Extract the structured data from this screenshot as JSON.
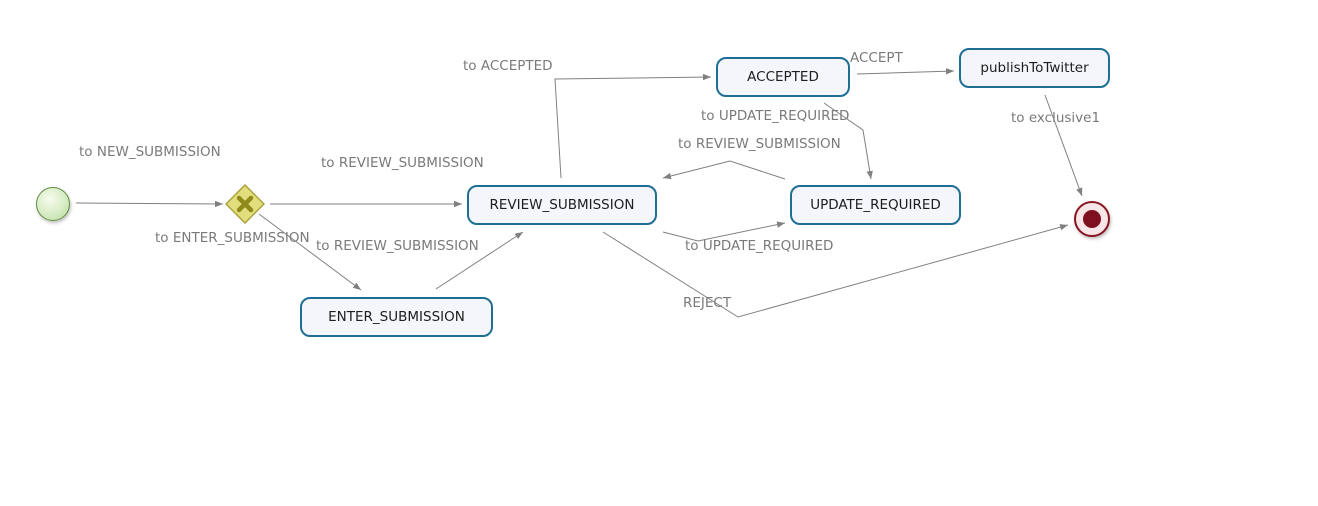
{
  "diagram": {
    "nodes": {
      "start": {
        "type": "start-event"
      },
      "exclusive1": {
        "type": "exclusive-gateway"
      },
      "enter_submission": {
        "label": "ENTER_SUBMISSION"
      },
      "review_submission": {
        "label": "REVIEW_SUBMISSION"
      },
      "accepted": {
        "label": "ACCEPTED"
      },
      "update_required": {
        "label": "UPDATE_REQUIRED"
      },
      "publish_to_twitter": {
        "label": "publishToTwitter"
      },
      "end": {
        "type": "end-event"
      }
    },
    "edges": [
      {
        "id": "e1",
        "from": "start",
        "to": "exclusive1",
        "label": "to NEW_SUBMISSION"
      },
      {
        "id": "e2",
        "from": "exclusive1",
        "to": "enter_submission",
        "label": "to ENTER_SUBMISSION"
      },
      {
        "id": "e3",
        "from": "exclusive1",
        "to": "review_submission",
        "label": "to REVIEW_SUBMISSION"
      },
      {
        "id": "e4",
        "from": "enter_submission",
        "to": "review_submission",
        "label": "to REVIEW_SUBMISSION"
      },
      {
        "id": "e5",
        "from": "review_submission",
        "to": "accepted",
        "label": "to ACCEPTED"
      },
      {
        "id": "e6",
        "from": "review_submission",
        "to": "update_required",
        "label": "to UPDATE_REQUIRED"
      },
      {
        "id": "e7",
        "from": "review_submission",
        "to": "end",
        "label": "REJECT"
      },
      {
        "id": "e8",
        "from": "update_required",
        "to": "review_submission",
        "label": "to REVIEW_SUBMISSION"
      },
      {
        "id": "e9",
        "from": "accepted",
        "to": "update_required",
        "label": "to UPDATE_REQUIRED"
      },
      {
        "id": "e10",
        "from": "accepted",
        "to": "publish_to_twitter",
        "label": "ACCEPT"
      },
      {
        "id": "e11",
        "from": "publish_to_twitter",
        "to": "end",
        "label": "to exclusive1"
      }
    ],
    "colors": {
      "task_border": "#1f6f95",
      "task_fill": "#f4f6fc",
      "edge": "#808080",
      "edge_label": "#7a7a7a",
      "gateway_fill": "#e2de7e",
      "gateway_mark": "#8f8a1a",
      "start_fill": "#d7ecc4",
      "end_fill": "#7e1020"
    }
  }
}
